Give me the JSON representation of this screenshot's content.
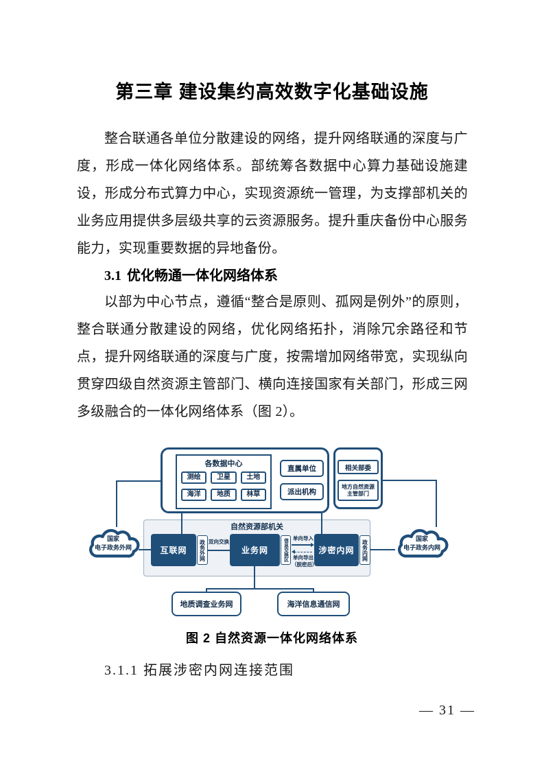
{
  "page": {
    "chapter_title": "第三章 建设集约高效数字化基础设施",
    "paragraph1": "整合联通各单位分散建设的网络，提升网络联通的深度与广度，形成一体化网络体系。部统筹各数据中心算力基础设施建设，形成分布式算力中心，实现资源统一管理，为支撑部机关的业务应用提供多层级共享的云资源服务。提升重庆备份中心服务能力，实现重要数据的异地备份。",
    "section_31_num": "3.1",
    "section_31_title": "优化畅通一体化网络体系",
    "paragraph2": "以部为中心节点，遵循“整合是原则、孤网是例外”的原则，整合联通分散建设的网络，优化网络拓扑，消除冗余路径和节点，提升网络联通的深度与广度，按需增加网络带宽，实现纵向贯穿四级自然资源主管部门、横向连接国家有关部门，形成三网多级融合的一体化网络体系（图 2）。",
    "figure_caption": "图 2 自然资源一体化网络体系",
    "section_311": "3.1.1 拓展涉密内网连接范围",
    "page_number": "— 31 —"
  },
  "diagram": {
    "data_centers": {
      "title": "各数据中心",
      "items": [
        "测绘",
        "卫星",
        "土地",
        "海洋",
        "地质",
        "林草"
      ]
    },
    "affiliates": [
      "直属单位",
      "派出机构"
    ],
    "external_orgs": [
      "相关部委",
      "地方自然资源主管部门"
    ],
    "ministry": {
      "title": "自然资源部机关",
      "internet_label": "互联网",
      "internet_tab": "政务外网",
      "business_label": "业务网",
      "business_tab": "信息交换区",
      "classified_label": "涉密内网",
      "classified_tab": "政务内网",
      "exchange_label": "双向交换",
      "import_label": "单向导入",
      "export_label": "单向导出",
      "export_note": "（脱密后）"
    },
    "cloud_left": {
      "line1": "国家",
      "line2": "电子政务外网"
    },
    "cloud_right": {
      "line1": "国家",
      "line2": "电子政务内网"
    },
    "bottom_networks": [
      "地质调查业务网",
      "海洋信息通信网"
    ],
    "colors": {
      "primary": "#1f4e79",
      "gray_fill": "#eef1f5",
      "gray_border": "#9db1c7"
    }
  }
}
